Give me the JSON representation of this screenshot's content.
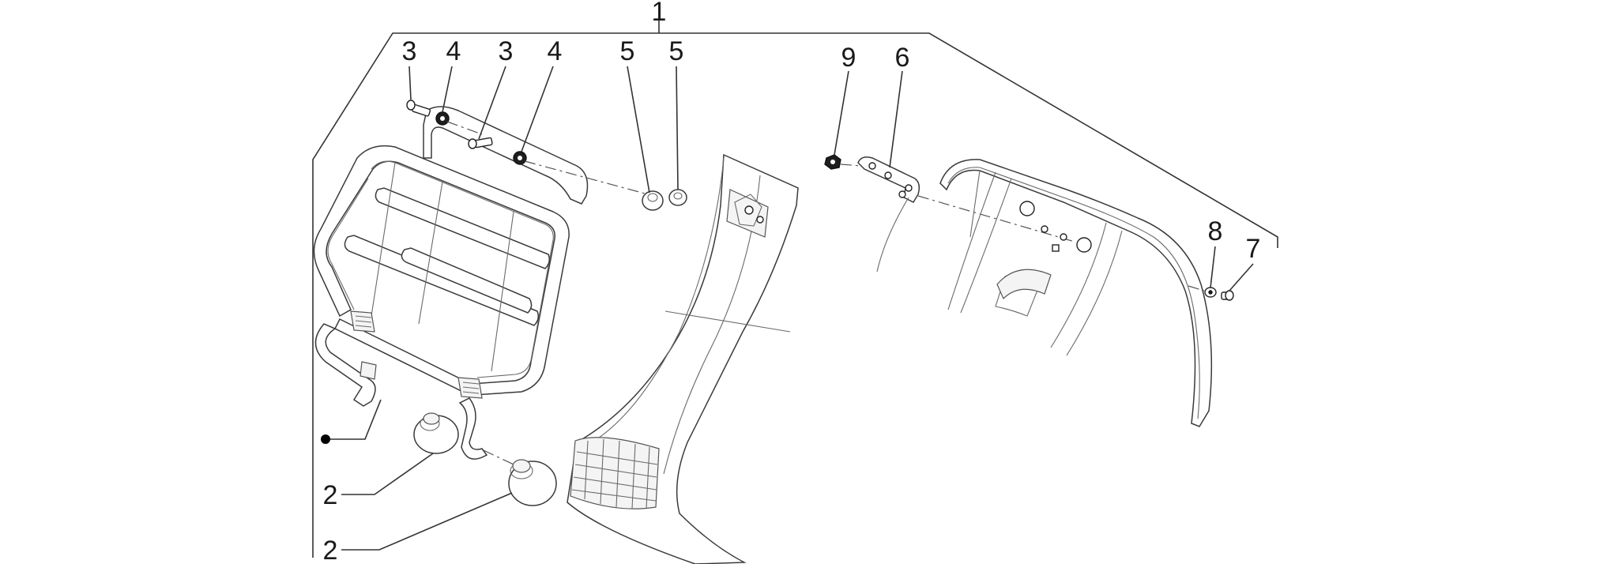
{
  "diagram": {
    "callouts": [
      {
        "id": "c-1",
        "label": "1"
      },
      {
        "id": "c-3a",
        "label": "3"
      },
      {
        "id": "c-4a",
        "label": "4"
      },
      {
        "id": "c-3b",
        "label": "3"
      },
      {
        "id": "c-4b",
        "label": "4"
      },
      {
        "id": "c-5a",
        "label": "5"
      },
      {
        "id": "c-5b",
        "label": "5"
      },
      {
        "id": "c-9",
        "label": "9"
      },
      {
        "id": "c-6",
        "label": "6"
      },
      {
        "id": "c-8",
        "label": "8"
      },
      {
        "id": "c-7",
        "label": "7"
      },
      {
        "id": "c-2a",
        "label": "2"
      },
      {
        "id": "c-2b",
        "label": "2"
      }
    ],
    "colors": {
      "line": "#333333",
      "background": "#ffffff",
      "marker": "#000000"
    }
  }
}
